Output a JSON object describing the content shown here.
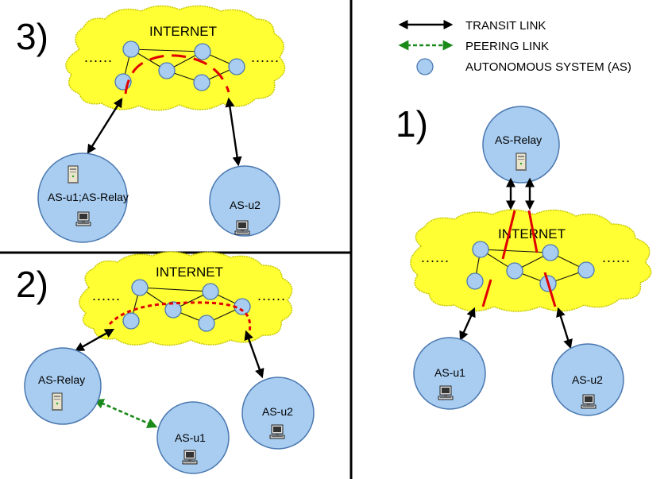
{
  "legend": {
    "transit": "TRANSIT LINK",
    "peering": "PEERING LINK",
    "as": "AUTONOMOUS SYSTEM (AS)"
  },
  "panels": {
    "p1": {
      "number": "1)",
      "internet": "INTERNET",
      "dots": "......",
      "relay": "AS-Relay",
      "u1": "AS-u1",
      "u2": "AS-u2"
    },
    "p2": {
      "number": "2)",
      "internet": "INTERNET",
      "dots": "......",
      "relay": "AS-Relay",
      "u1": "AS-u1",
      "u2": "AS-u2"
    },
    "p3": {
      "number": "3)",
      "internet": "INTERNET",
      "dots": "......",
      "u1relay": "AS-u1;AS-Relay",
      "u2": "AS-u2"
    }
  },
  "colors": {
    "cloud": "#ffff33",
    "as_fill": "#a9cdf0",
    "path": "#e00000",
    "peering": "#1a8a1a"
  },
  "icons": {
    "server": "server-icon",
    "computer": "computer-icon"
  }
}
